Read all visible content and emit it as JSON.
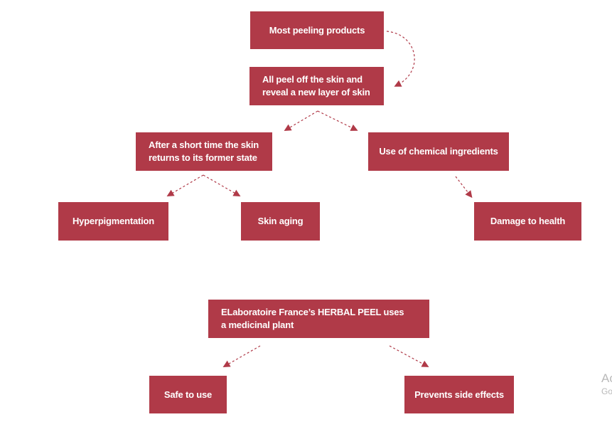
{
  "diagram": {
    "accent_color": "#b03a48",
    "boxes": {
      "most_peeling": "Most peeling products",
      "all_peel": "All peel off the skin and\nreveal a new layer of skin",
      "short_time": "After a short time the skin\nreturns to its former state",
      "chemical": "Use of chemical ingredients",
      "hyperpigmentation": "Hyperpigmentation",
      "skin_aging": "Skin aging",
      "damage": "Damage to health",
      "herbal_peel": "ELaboratoire France’s HERBAL PEEL uses\na medicinal plant",
      "safe": "Safe to use",
      "prevents": "Prevents side effects"
    }
  },
  "watermark": {
    "line1": "Ac",
    "line2": "Go"
  }
}
